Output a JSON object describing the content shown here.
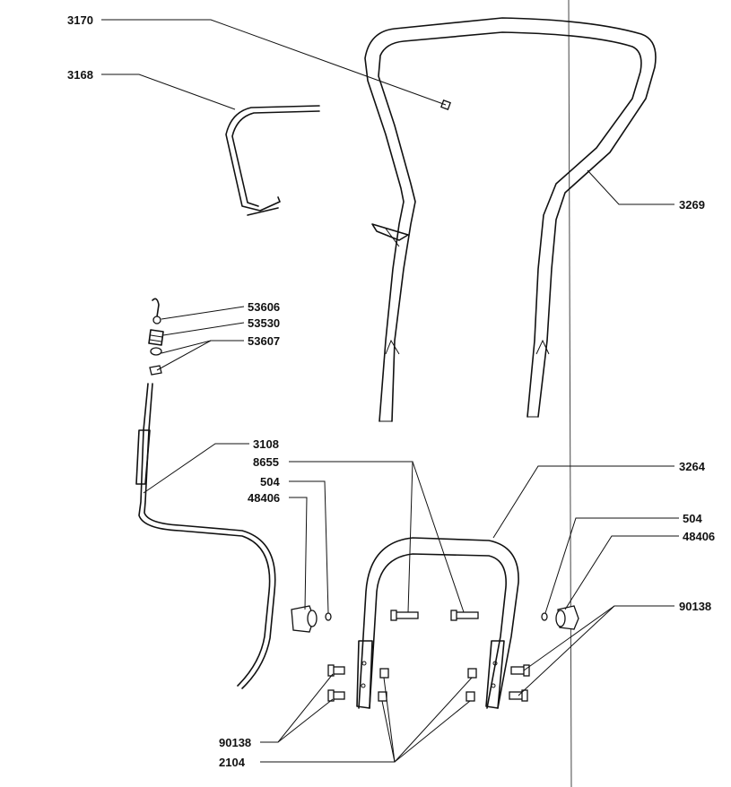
{
  "labels": {
    "l3170": "3170",
    "l3168": "3168",
    "l3269": "3269",
    "l53606": "53606",
    "l53530": "53530",
    "l53607": "53607",
    "l3108": "3108",
    "l8655": "8655",
    "l504a": "504",
    "l48406a": "48406",
    "l3264": "3264",
    "l504b": "504",
    "l48406b": "48406",
    "l90138a": "90138",
    "l90138b": "90138",
    "l2104": "2104"
  }
}
